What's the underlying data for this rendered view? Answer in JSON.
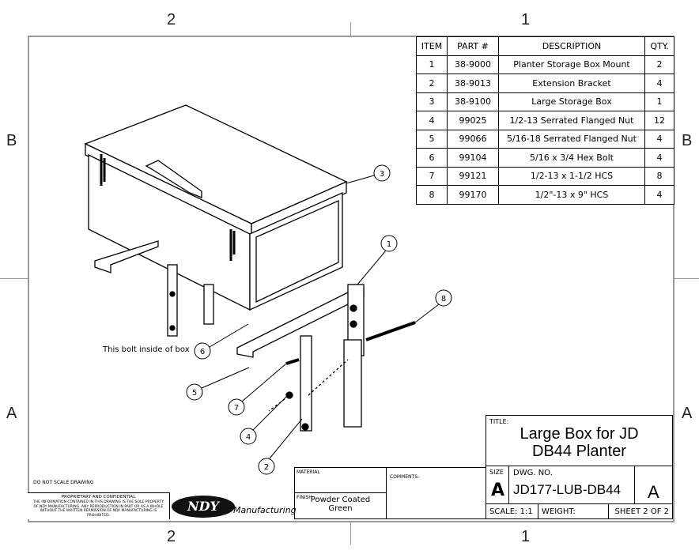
{
  "zones": {
    "top": [
      "2",
      "1"
    ],
    "side": [
      "B",
      "A"
    ]
  },
  "bom": {
    "headers": [
      "ITEM",
      "PART #",
      "DESCRIPTION",
      "QTY."
    ],
    "rows": [
      [
        "1",
        "38-9000",
        "Planter Storage Box Mount",
        "2"
      ],
      [
        "2",
        "38-9013",
        "Extension Bracket",
        "4"
      ],
      [
        "3",
        "38-9100",
        "Large Storage Box",
        "1"
      ],
      [
        "4",
        "99025",
        "1/2-13 Serrated Flanged Nut",
        "12"
      ],
      [
        "5",
        "99066",
        "5/16-18 Serrated Flanged Nut",
        "4"
      ],
      [
        "6",
        "99104",
        "5/16 x 3/4 Hex Bolt",
        "4"
      ],
      [
        "7",
        "99121",
        "1/2-13 x 1-1/2 HCS",
        "8"
      ],
      [
        "8",
        "99170",
        "1/2\"-13 x 9\" HCS",
        "4"
      ]
    ]
  },
  "drawing": {
    "note": "This bolt inside of box",
    "balloons": [
      "3",
      "1",
      "8",
      "6",
      "5",
      "7",
      "4",
      "2"
    ]
  },
  "title_block": {
    "title_label": "TITLE:",
    "title_line1": "Large Box for JD",
    "title_line2": "DB44 Planter",
    "size_label": "SIZE",
    "size": "A",
    "dwg_no_label": "DWG. NO.",
    "dwg_no": "JD177-LUB-DB44",
    "rev": "A",
    "scale": "SCALE: 1:1",
    "weight": "WEIGHT:",
    "sheet": "SHEET 2 OF 2",
    "material_label": "MATERIAL",
    "finish_label": "FINISH",
    "finish_line1": "Powder Coated",
    "finish_line2": "Green",
    "comments_label": "COMMENTS:",
    "do_not_scale": "DO NOT SCALE DRAWING",
    "proprietary_title": "PROPRIETARY AND CONFIDENTIAL",
    "proprietary_text": "THE INFORMATION CONTAINED IN THIS DRAWING IS THE SOLE PROPERTY OF NDY MANUFACTURING. ANY REPRODUCTION IN PART OR AS A WHOLE WITHOUT THE WRITTEN PERMISSION OF NDY MANUFACTURING IS PROHIBITED.",
    "logo": "NDY",
    "logo_sub": "Manufacturing"
  }
}
